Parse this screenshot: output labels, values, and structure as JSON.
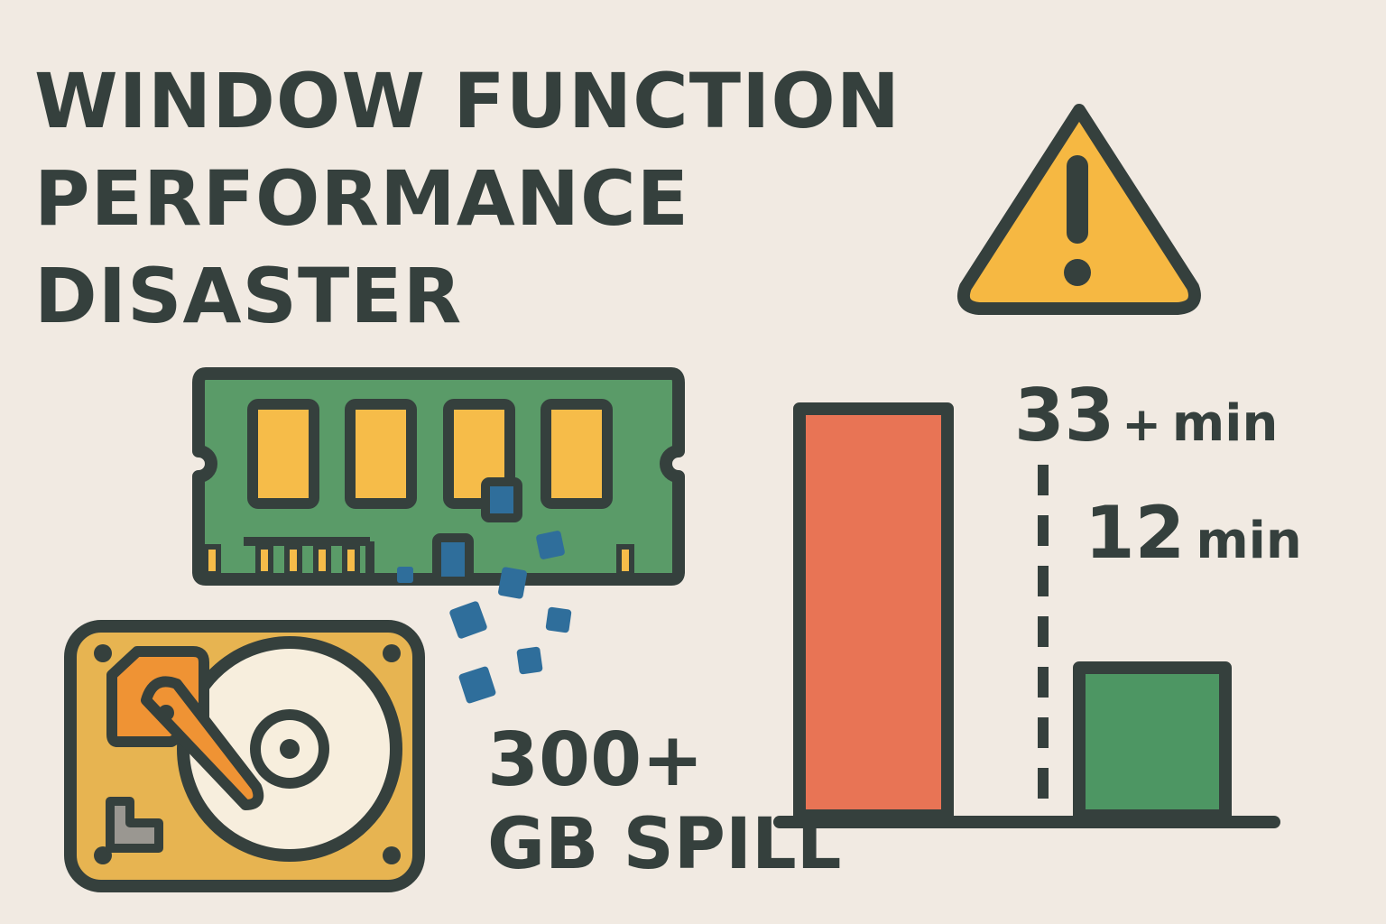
{
  "title": {
    "line1": "WINDOW FUNCTION",
    "line2": "PERFORMANCE",
    "line3": "DISASTER"
  },
  "spill": {
    "amount": "300+",
    "label": "GB SPILL"
  },
  "chart_data": {
    "type": "bar",
    "categories": [
      "",
      ""
    ],
    "values": [
      33,
      12
    ],
    "value_labels": [
      {
        "number": "33",
        "plus": "+",
        "unit": "min"
      },
      {
        "number": "12",
        "unit": "min"
      }
    ],
    "colors": [
      "#E87455",
      "#4D9663"
    ],
    "ylim": [
      0,
      36
    ],
    "title": "",
    "xlabel": "",
    "ylabel": ""
  },
  "icons": [
    "warning-icon",
    "ram-module-icon",
    "hard-drive-icon",
    "data-blocks-icon"
  ],
  "colors": {
    "background": "#F1EAE2",
    "ink": "#35403D",
    "warning": "#F6B842",
    "ram_board": "#5A9B68",
    "chip": "#F6BC49",
    "drive_body": "#E7B451",
    "drive_head": "#EF9334",
    "platter": "#F7EEDD",
    "blocks": "#2F6E9B"
  }
}
